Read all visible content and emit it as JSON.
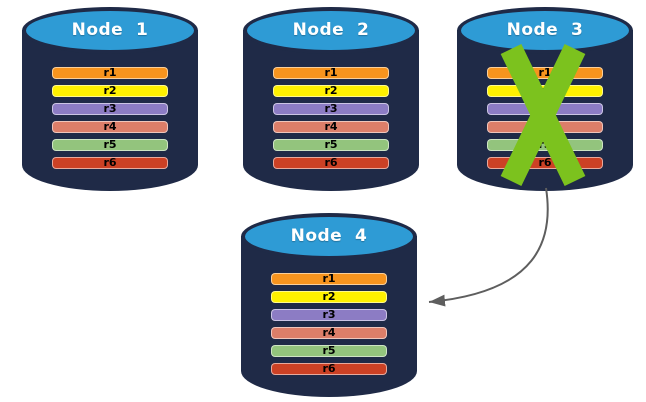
{
  "colors": {
    "background": "#FFFFFF",
    "body-navy": "#1F2A47",
    "cap-blue": "#2E9BD5",
    "cap-border": "#1F2A47",
    "title-white": "#FFFFFF",
    "row-text": "#000000",
    "x-green": "#7CC21E",
    "arrow-gray": "#5E5E5E"
  },
  "diagram": {
    "icons": {
      "failure": "x-cross-icon",
      "transfer": "curved-arrow-icon"
    },
    "nodes": [
      {
        "title": "Node  1",
        "failed": false,
        "rows": [
          {
            "label": "r1",
            "color": "#F7941E"
          },
          {
            "label": "r2",
            "color": "#FFF100"
          },
          {
            "label": "r3",
            "color": "#8C7CC4"
          },
          {
            "label": "r4",
            "color": "#DC7E69"
          },
          {
            "label": "r5",
            "color": "#93C47D"
          },
          {
            "label": "r6",
            "color": "#CC4125"
          }
        ]
      },
      {
        "title": "Node  2",
        "failed": false,
        "rows": [
          {
            "label": "r1",
            "color": "#F7941E"
          },
          {
            "label": "r2",
            "color": "#FFF100"
          },
          {
            "label": "r3",
            "color": "#8C7CC4"
          },
          {
            "label": "r4",
            "color": "#DC7E69"
          },
          {
            "label": "r5",
            "color": "#93C47D"
          },
          {
            "label": "r6",
            "color": "#CC4125"
          }
        ]
      },
      {
        "title": "Node  3",
        "failed": true,
        "rows": [
          {
            "label": "r1",
            "color": "#F7941E"
          },
          {
            "label": "r2",
            "color": "#FFF100"
          },
          {
            "label": "r3",
            "color": "#8C7CC4"
          },
          {
            "label": "r4",
            "color": "#DC7E69"
          },
          {
            "label": "r5",
            "color": "#93C47D"
          },
          {
            "label": "r6",
            "color": "#CC4125"
          }
        ]
      },
      {
        "title": "Node  4",
        "failed": false,
        "rows": [
          {
            "label": "r1",
            "color": "#F7941E"
          },
          {
            "label": "r2",
            "color": "#FFF100"
          },
          {
            "label": "r3",
            "color": "#8C7CC4"
          },
          {
            "label": "r4",
            "color": "#DC7E69"
          },
          {
            "label": "r5",
            "color": "#93C47D"
          },
          {
            "label": "r6",
            "color": "#CC4125"
          }
        ]
      }
    ]
  }
}
